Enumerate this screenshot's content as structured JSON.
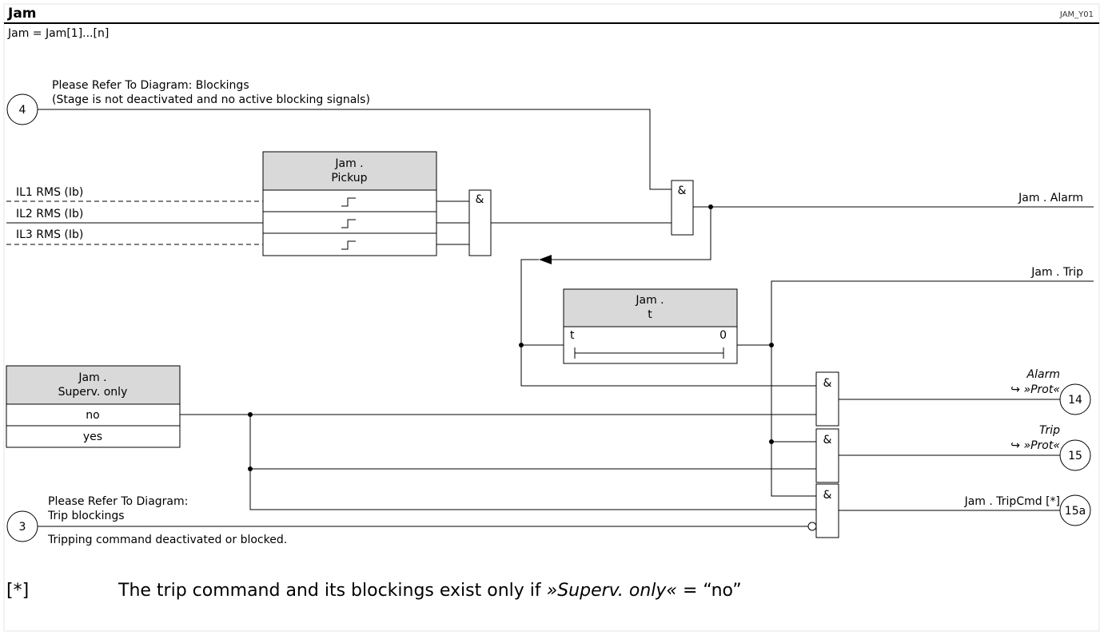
{
  "header": {
    "title": "Jam",
    "code": "JAM_Y01"
  },
  "subtitle": "Jam =  Jam[1]...[n]",
  "ref_blockings": {
    "line1": "Please Refer To Diagram: Blockings",
    "line2": "(Stage is not deactivated and no active blocking signals)",
    "circle": "4"
  },
  "inputs": [
    "IL1 RMS (Ib)",
    "IL2 RMS (Ib)",
    "IL3 RMS (Ib)"
  ],
  "pickup_block": {
    "line1": "Jam .",
    "line2": "Pickup"
  },
  "and_symbol": "&",
  "timer_block": {
    "line1": "Jam .",
    "line2": "t",
    "t_label": "t",
    "zero_label": "0"
  },
  "superv_block": {
    "line1": "Jam .",
    "line2": "Superv. only",
    "options": [
      "no",
      "yes"
    ]
  },
  "outputs": {
    "alarm": "Jam . Alarm",
    "trip": "Jam . Trip",
    "tripcmd": "Jam . TripCmd [*]"
  },
  "prot_alarm": {
    "label": "Alarm",
    "sub": "↪ »Prot«",
    "circle": "14"
  },
  "prot_trip": {
    "label": "Trip",
    "sub": "↪ »Prot«",
    "circle": "15"
  },
  "tripcmd_circle": "15a",
  "ref_trip_blockings": {
    "line1": "Please Refer To Diagram:",
    "line2": "Trip blockings",
    "line3": "Tripping command deactivated or blocked.",
    "circle": "3"
  },
  "footnote": {
    "mark": "[*]",
    "text_a": "The trip command and its blockings exist only if ",
    "text_b": "»Superv. only«",
    "text_c": " = “no”"
  }
}
